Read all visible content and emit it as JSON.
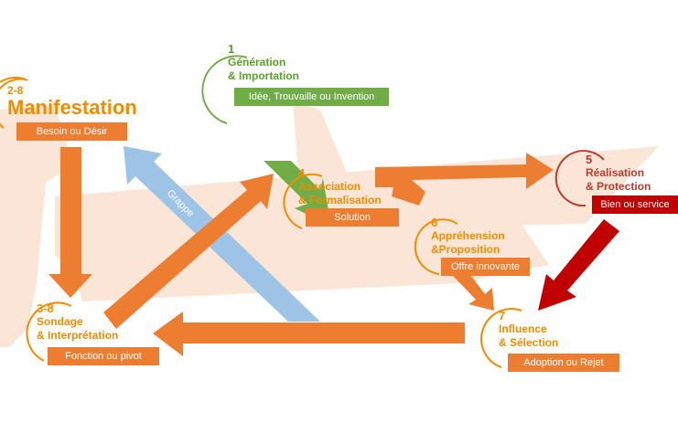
{
  "colors": {
    "orange": "#ed7d31",
    "orange_text": "#f08c00",
    "green": "#70ad47",
    "red": "#c00000",
    "red_text": "#c0392b",
    "blue": "#9dc3e6",
    "background_shape": "#fbe5d6"
  },
  "nodes": {
    "manifestation": {
      "number": "2-8",
      "title": "Manifestation",
      "tag": "Besoin ou Désir"
    },
    "generation": {
      "number": "1",
      "title_line1": "Génération",
      "title_line2": "& Importation",
      "tag": "Idée, Trouvaille ou Invention"
    },
    "association": {
      "number": "4",
      "title_line1": "Association",
      "title_line2": "& Formalisation",
      "tag": "Solution"
    },
    "realisation": {
      "number": "5",
      "title_line1": "Réalisation",
      "title_line2": "& Protection",
      "tag": "Bien ou service"
    },
    "apprehension": {
      "number": "6",
      "title_line1": "Appréhension",
      "title_line2": "&Proposition",
      "tag": "Offre innovante"
    },
    "influence": {
      "number": "7",
      "title_line1": "Influence",
      "title_line2": "& Sélection",
      "tag": "Adoption ou Rejet"
    },
    "sondage": {
      "number": "3-8",
      "title_line1": "Sondage",
      "title_line2": "& Interprétation",
      "tag": "Fonction ou pivot"
    }
  },
  "arrows": {
    "grappe_label": "Grappe"
  }
}
